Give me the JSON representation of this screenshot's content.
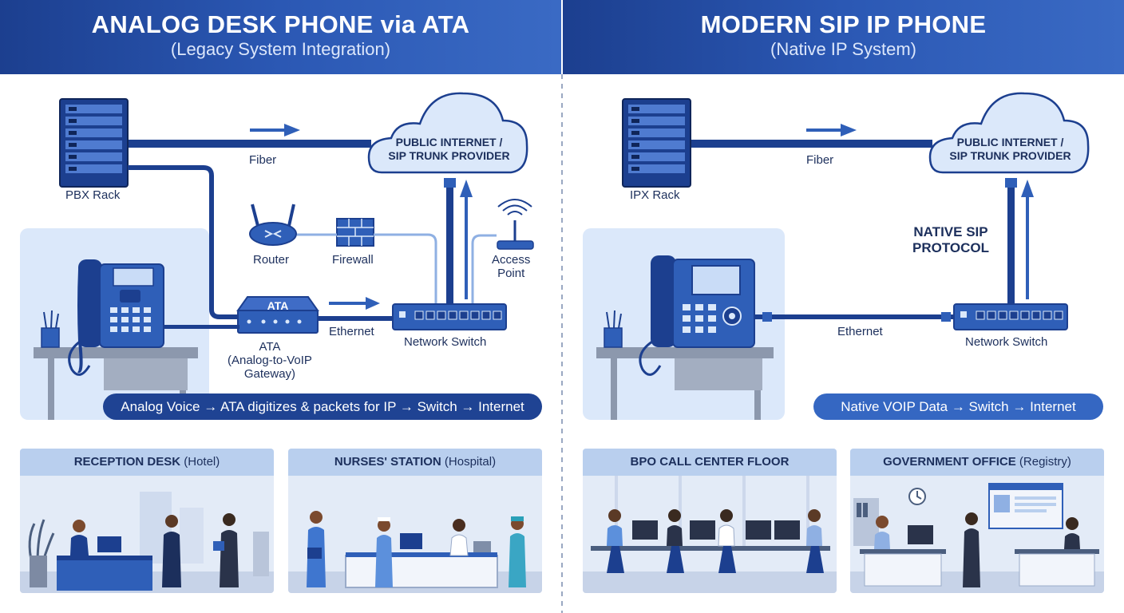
{
  "left": {
    "title": "ANALOG DESK PHONE via ATA",
    "subtitle": "(Legacy System Integration)",
    "pbx_label": "PBX Rack",
    "fiber_label": "Fiber",
    "cloud_line1": "PUBLIC INTERNET /",
    "cloud_line2": "SIP TRUNK PROVIDER",
    "router_label": "Router",
    "firewall_label": "Firewall",
    "ap_line1": "Access",
    "ap_line2": "Point",
    "ata_badge": "ATA",
    "ata_line1": "ATA",
    "ata_line2": "(Analog-to-VoIP",
    "ata_line3": "Gateway)",
    "ethernet_label": "Ethernet",
    "switch_label": "Network Switch",
    "flow_text": "Analog Voice → ATA digitizes & packets for IP → Switch → Internet",
    "cards": [
      {
        "bold": "RECEPTION DESK",
        "rest": " (Hotel)"
      },
      {
        "bold": "NURSES' STATION",
        "rest": " (Hospital)"
      }
    ]
  },
  "right": {
    "title": "MODERN SIP IP PHONE",
    "subtitle": "(Native IP System)",
    "pbx_label": "IPX Rack",
    "fiber_label": "Fiber",
    "cloud_line1": "PUBLIC INTERNET /",
    "cloud_line2": "SIP TRUNK PROVIDER",
    "protocol_line1": "NATIVE SIP",
    "protocol_line2": "PROTOCOL",
    "ethernet_label": "Ethernet",
    "switch_label": "Network Switch",
    "flow_text": "Native VOIP Data → Switch → Internet",
    "cards": [
      {
        "bold": "BPO CALL CENTER FLOOR",
        "rest": ""
      },
      {
        "bold": "GOVERNMENT OFFICE",
        "rest": " (Registry)"
      }
    ]
  },
  "colors": {
    "header": "#2b58b4",
    "navy": "#1c3f8f",
    "accent_blue": "#2f5fb8",
    "light_blue": "#dbe8fa",
    "cable": "#2a4f9e",
    "flow_left": "#1f4393",
    "flow_right": "#3567c2"
  }
}
